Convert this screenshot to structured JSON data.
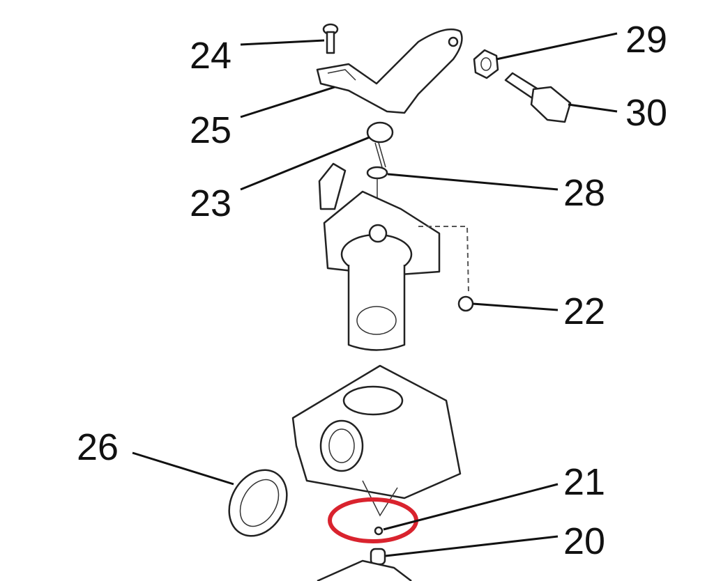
{
  "labels": {
    "p20": "20",
    "p21": "21",
    "p22": "22",
    "p23": "23",
    "p24": "24",
    "p25": "25",
    "p26": "26",
    "p28": "28",
    "p29": "29",
    "p30": "30"
  },
  "highlight": {
    "color": "#d9232e",
    "target_part": "21"
  }
}
